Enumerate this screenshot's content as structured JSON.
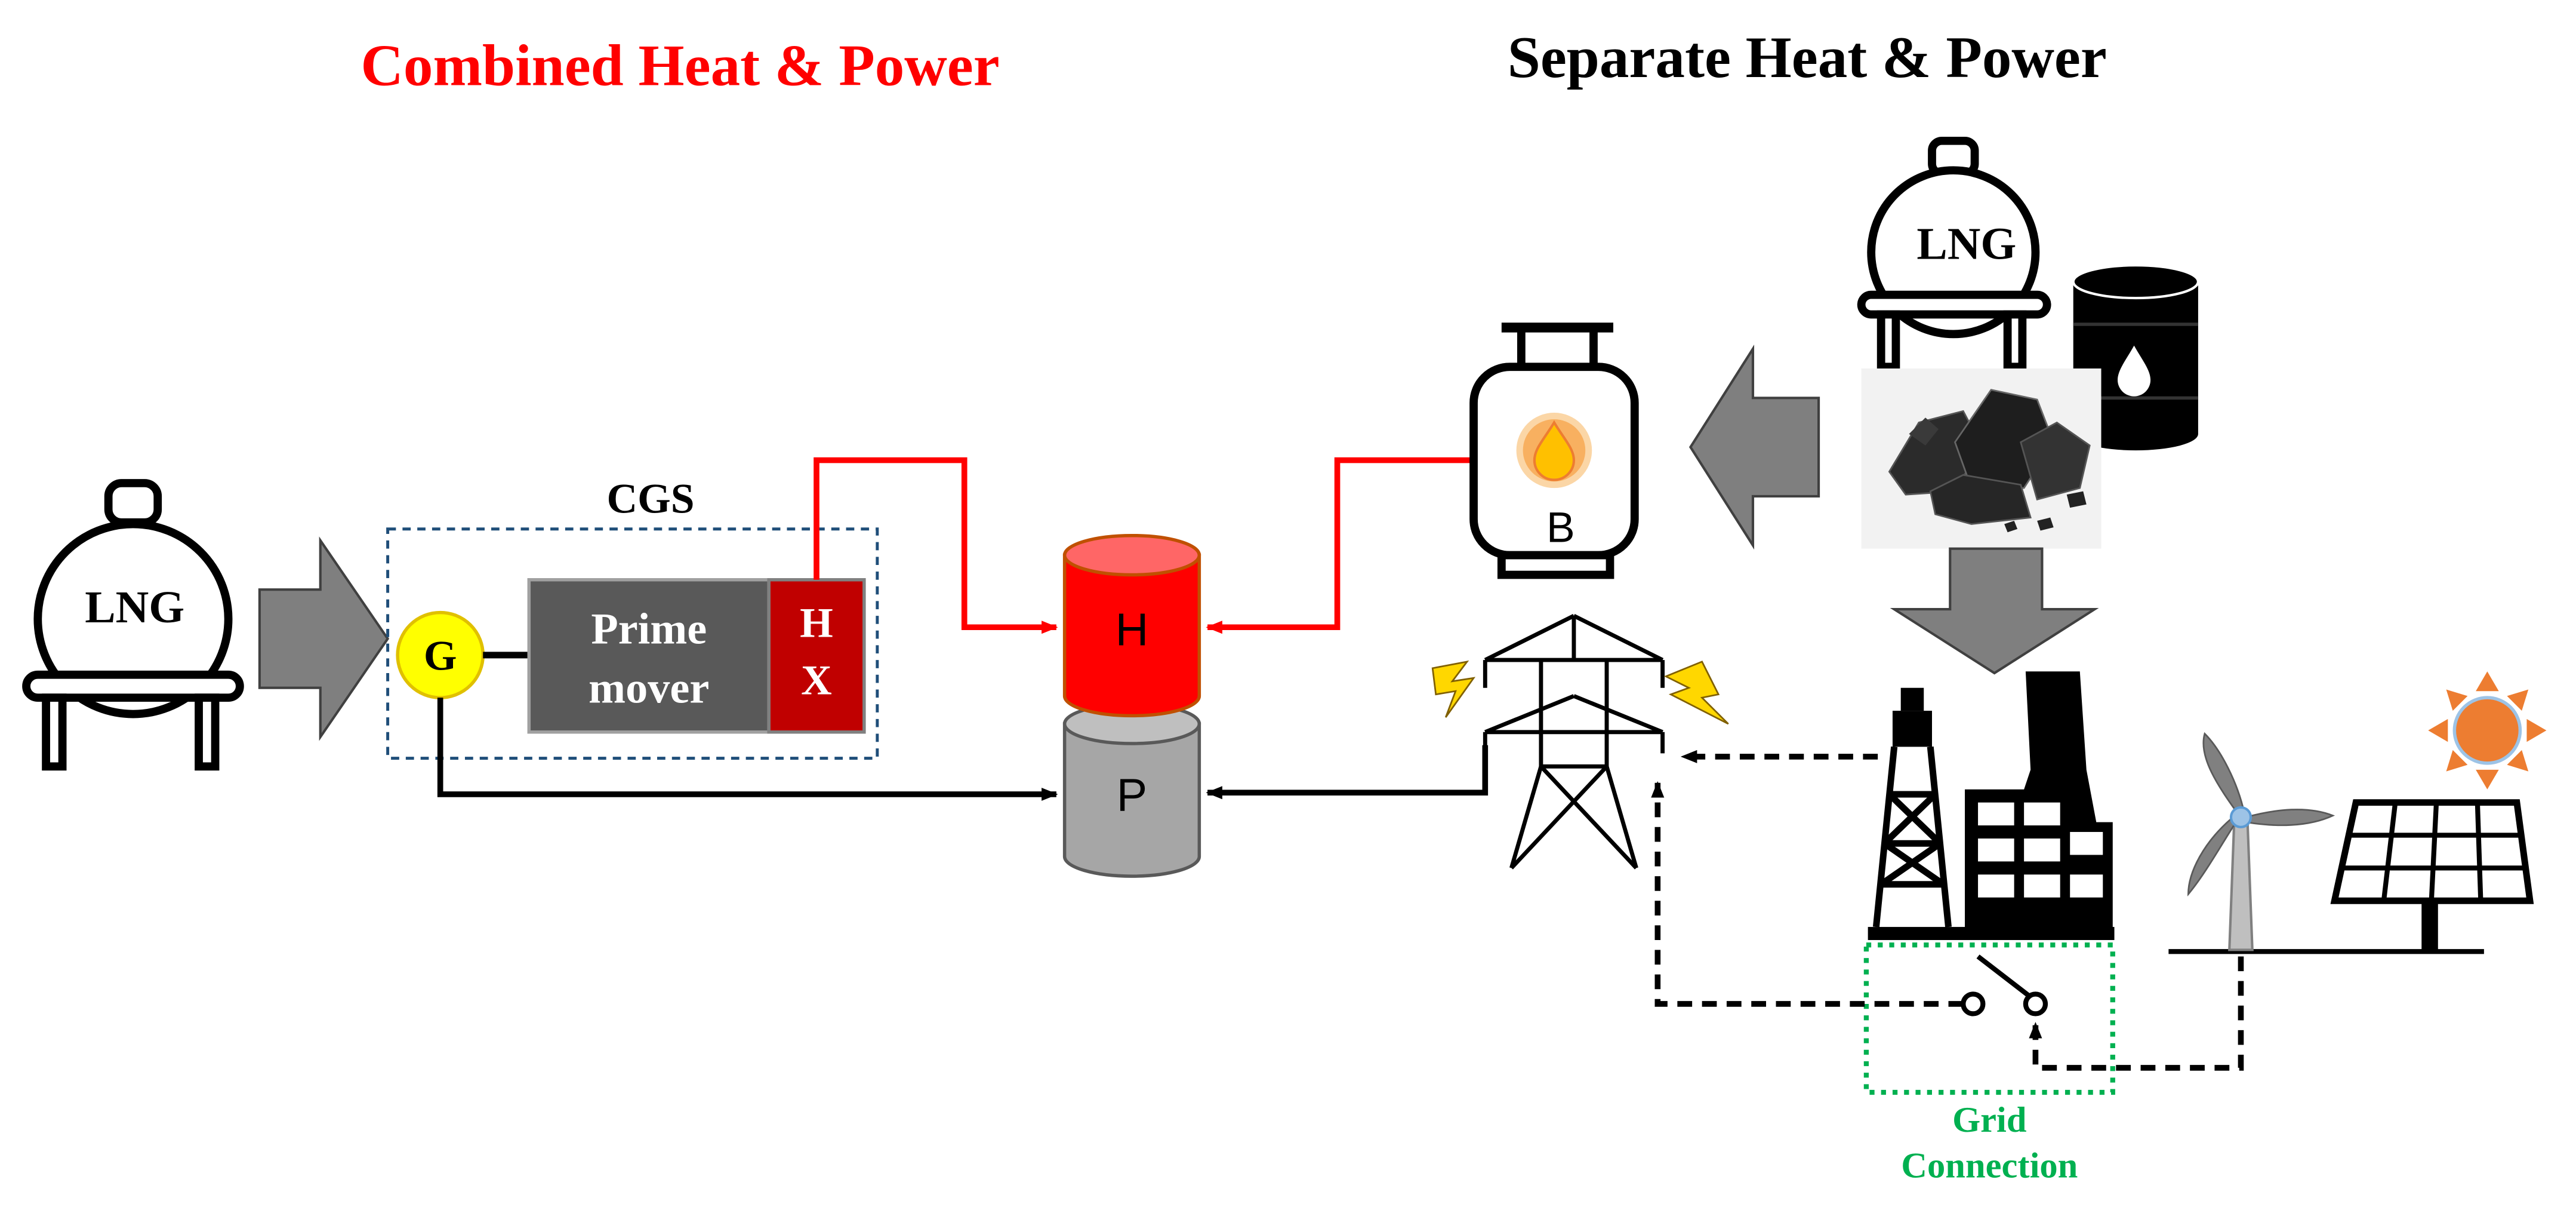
{
  "titles": {
    "chp": "Combined Heat & Power",
    "shp": "Separate Heat & Power"
  },
  "labels": {
    "lng_left": "LNG",
    "lng_right": "LNG",
    "cgs": "CGS",
    "generator": "G",
    "prime_mover_line1": "Prime",
    "prime_mover_line2": "mover",
    "hx_line1": "H",
    "hx_line2": "X",
    "heat_tank": "H",
    "power_tank": "P",
    "boiler": "B",
    "grid_line1": "Grid",
    "grid_line2": "Connection"
  },
  "colors": {
    "chp_title": "#ff0000",
    "heat_line": "#ff0000",
    "power_line": "#000000",
    "heat_tank": "#ff0000",
    "power_tank": "#a6a6a6",
    "generator": "#ffff00",
    "prime_mover": "#595959",
    "hx": "#c00000",
    "grid_box": "#00b050",
    "cgs_box": "#1f4e79",
    "arrow_fill": "#7f7f7f",
    "sun": "#ed7d31",
    "lightning": "#ffd700"
  },
  "icons": [
    "lng-tank-icon",
    "boiler-icon",
    "oil-barrel-icon",
    "coal-icon",
    "transmission-tower-icon",
    "lightning-icon",
    "power-plant-icon",
    "wind-turbine-icon",
    "solar-panel-icon",
    "sun-icon",
    "switch-icon",
    "flame-icon"
  ]
}
